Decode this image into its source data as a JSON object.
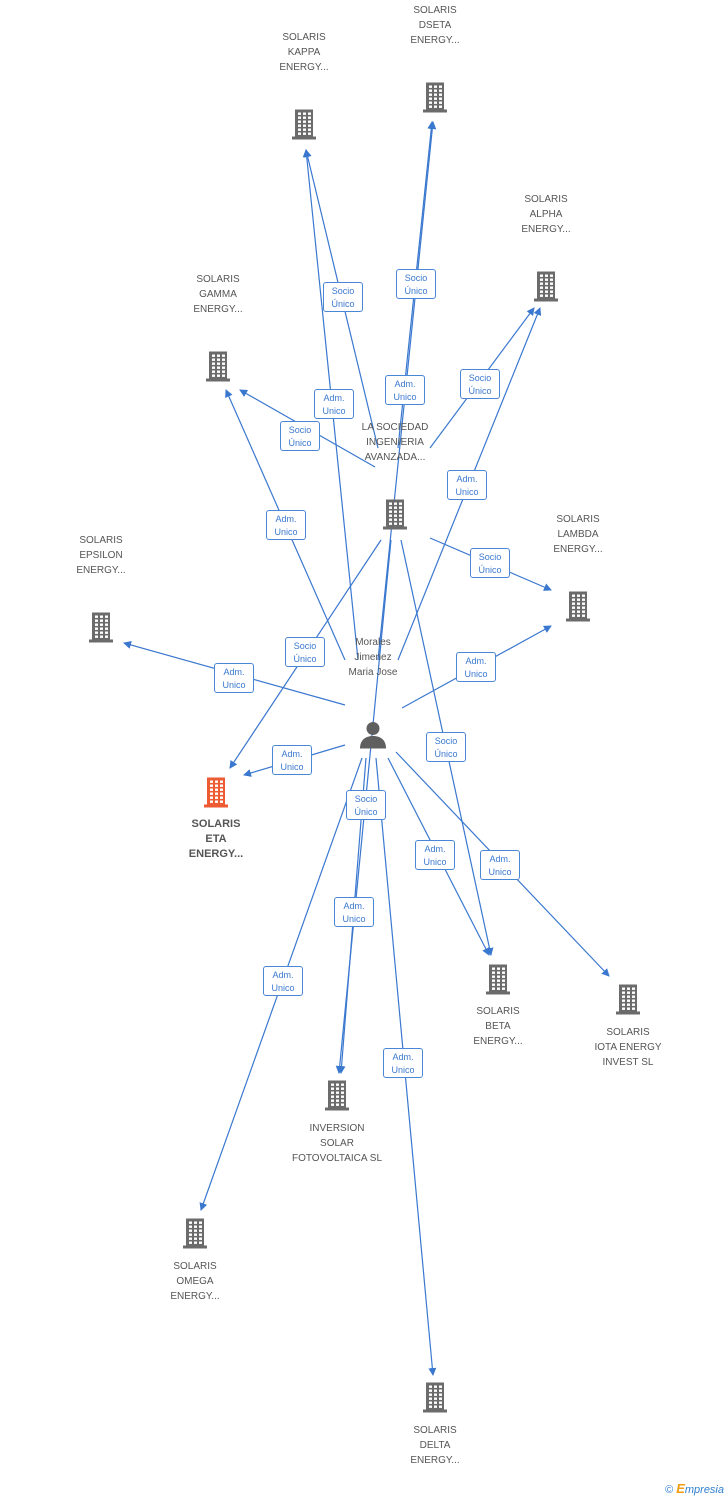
{
  "person": {
    "id": "morales",
    "lines": [
      "Morales",
      "Jimenez",
      "Maria Jose"
    ],
    "icon": "person-icon"
  },
  "companies": [
    {
      "id": "kappa",
      "lines": [
        "SOLARIS",
        "KAPPA",
        "ENERGY..."
      ],
      "highlight": false
    },
    {
      "id": "dseta",
      "lines": [
        "SOLARIS",
        "DSETA",
        "ENERGY..."
      ],
      "highlight": false
    },
    {
      "id": "alpha",
      "lines": [
        "SOLARIS",
        "ALPHA",
        "ENERGY..."
      ],
      "highlight": false
    },
    {
      "id": "gamma",
      "lines": [
        "SOLARIS",
        "GAMMA",
        "ENERGY..."
      ],
      "highlight": false
    },
    {
      "id": "sociedad",
      "lines": [
        "LA SOCIEDAD",
        "INGENIERIA",
        "AVANZADA..."
      ],
      "highlight": false
    },
    {
      "id": "lambda",
      "lines": [
        "SOLARIS",
        "LAMBDA",
        "ENERGY..."
      ],
      "highlight": false
    },
    {
      "id": "epsilon",
      "lines": [
        "SOLARIS",
        "EPSILON",
        "ENERGY..."
      ],
      "highlight": false
    },
    {
      "id": "eta",
      "lines": [
        "SOLARIS",
        "ETA",
        "ENERGY..."
      ],
      "highlight": true
    },
    {
      "id": "beta",
      "lines": [
        "SOLARIS",
        "BETA",
        "ENERGY..."
      ],
      "highlight": false
    },
    {
      "id": "iota",
      "lines": [
        "SOLARIS",
        "IOTA ENERGY",
        "INVEST SL"
      ],
      "highlight": false
    },
    {
      "id": "inversion",
      "lines": [
        "INVERSION",
        "SOLAR",
        "FOTOVOLTAICA SL"
      ],
      "highlight": false
    },
    {
      "id": "omega",
      "lines": [
        "SOLARIS",
        "OMEGA",
        "ENERGY..."
      ],
      "highlight": false
    },
    {
      "id": "delta",
      "lines": [
        "SOLARIS",
        "DELTA",
        "ENERGY..."
      ],
      "highlight": false
    }
  ],
  "edges": [
    {
      "from": "sociedad",
      "to": "kappa",
      "label": [
        "Socio",
        "Único"
      ]
    },
    {
      "from": "sociedad",
      "to": "dseta",
      "label": [
        "Socio",
        "Único"
      ]
    },
    {
      "from": "sociedad",
      "to": "alpha",
      "label": [
        "Socio",
        "Único"
      ]
    },
    {
      "from": "sociedad",
      "to": "gamma",
      "label": [
        "Socio",
        "Único"
      ]
    },
    {
      "from": "sociedad",
      "to": "lambda",
      "label": [
        "Socio",
        "Único"
      ]
    },
    {
      "from": "sociedad",
      "to": "eta",
      "label": [
        "Socio",
        "Único"
      ]
    },
    {
      "from": "sociedad",
      "to": "beta",
      "label": [
        "Socio",
        "Único"
      ]
    },
    {
      "from": "sociedad",
      "to": "inversion",
      "label": [
        "Socio",
        "Único"
      ]
    },
    {
      "from": "morales",
      "to": "kappa",
      "label": [
        "Adm.",
        "Unico"
      ]
    },
    {
      "from": "morales",
      "to": "dseta",
      "label": [
        "Adm.",
        "Unico"
      ]
    },
    {
      "from": "morales",
      "to": "alpha",
      "label": [
        "Adm.",
        "Unico"
      ]
    },
    {
      "from": "morales",
      "to": "gamma",
      "label": [
        "Adm.",
        "Unico"
      ]
    },
    {
      "from": "morales",
      "to": "lambda",
      "label": [
        "Adm.",
        "Unico"
      ]
    },
    {
      "from": "morales",
      "to": "epsilon",
      "label": [
        "Adm.",
        "Unico"
      ]
    },
    {
      "from": "morales",
      "to": "eta",
      "label": [
        "Adm.",
        "Unico"
      ]
    },
    {
      "from": "morales",
      "to": "beta",
      "label": [
        "Adm.",
        "Unico"
      ]
    },
    {
      "from": "morales",
      "to": "iota",
      "label": [
        "Adm.",
        "Unico"
      ]
    },
    {
      "from": "morales",
      "to": "inversion",
      "label": [
        "Adm.",
        "Unico"
      ]
    },
    {
      "from": "morales",
      "to": "omega",
      "label": [
        "Adm.",
        "Unico"
      ]
    },
    {
      "from": "morales",
      "to": "delta",
      "label": [
        "Adm.",
        "Unico"
      ]
    }
  ],
  "colors": {
    "edge": "#3a78cf",
    "building": "#6b6b6b",
    "building_highlight": "#ee5a32",
    "person": "#5f5f5f"
  },
  "footer": {
    "copyright": "©",
    "brand_initial": "E",
    "brand_rest": "mpresia"
  }
}
